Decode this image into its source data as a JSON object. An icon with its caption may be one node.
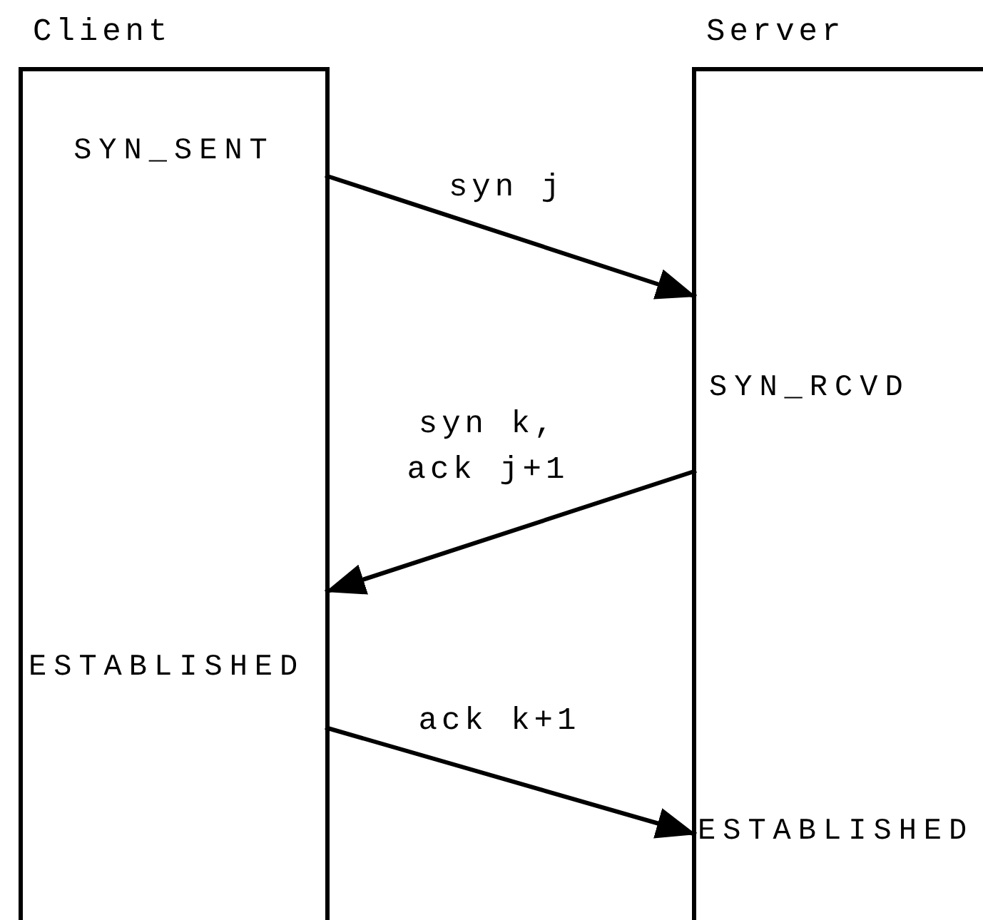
{
  "diagram": {
    "nodes": [
      {
        "text": [
          "Client"
        ]
      },
      {
        "text": [
          "Server"
        ]
      },
      {
        "text": [
          "SYN_SENT"
        ],
        "in": 0
      },
      {
        "text": [
          "SYN_RCVD"
        ],
        "in": 1
      },
      {
        "text": [
          "ESTABLISHED"
        ],
        "in": 0
      },
      {
        "text": [
          "ESTABLISHED"
        ],
        "in": 1
      }
    ],
    "edges": [
      {
        "from": 2,
        "to": 3,
        "arrow": "to",
        "label": "syn j"
      },
      {
        "from": 3,
        "to": 4,
        "arrow": "to",
        "label": "syn k, ack j+1"
      },
      {
        "from": 4,
        "to": 5,
        "arrow": "to",
        "label": "ack k+1"
      }
    ]
  }
}
